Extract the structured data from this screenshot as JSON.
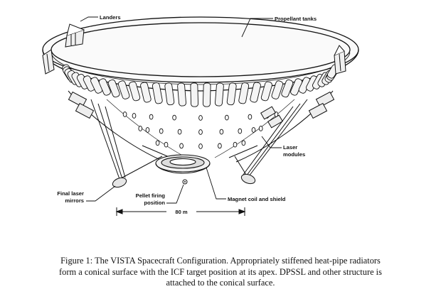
{
  "figure": {
    "labels": {
      "landers": "Landers",
      "propellant_tanks": "Propellant tanks",
      "laser_modules_line1": "Laser",
      "laser_modules_line2": "modules",
      "final_mirrors_line1": "Final laser",
      "final_mirrors_line2": "mirrors",
      "pellet_line1": "Pellet firing",
      "pellet_line2": "position",
      "magnet_coil": "Magnet coil and shield",
      "dimension": "80 m"
    },
    "caption_lines": [
      "Figure 1: The VISTA Spacecraft Configuration. Appropriately stiffened heat-pipe radiators",
      "form a conical surface with the ICF target position at its apex. DPSSL and other structure is",
      "attached to the conical surface."
    ]
  }
}
